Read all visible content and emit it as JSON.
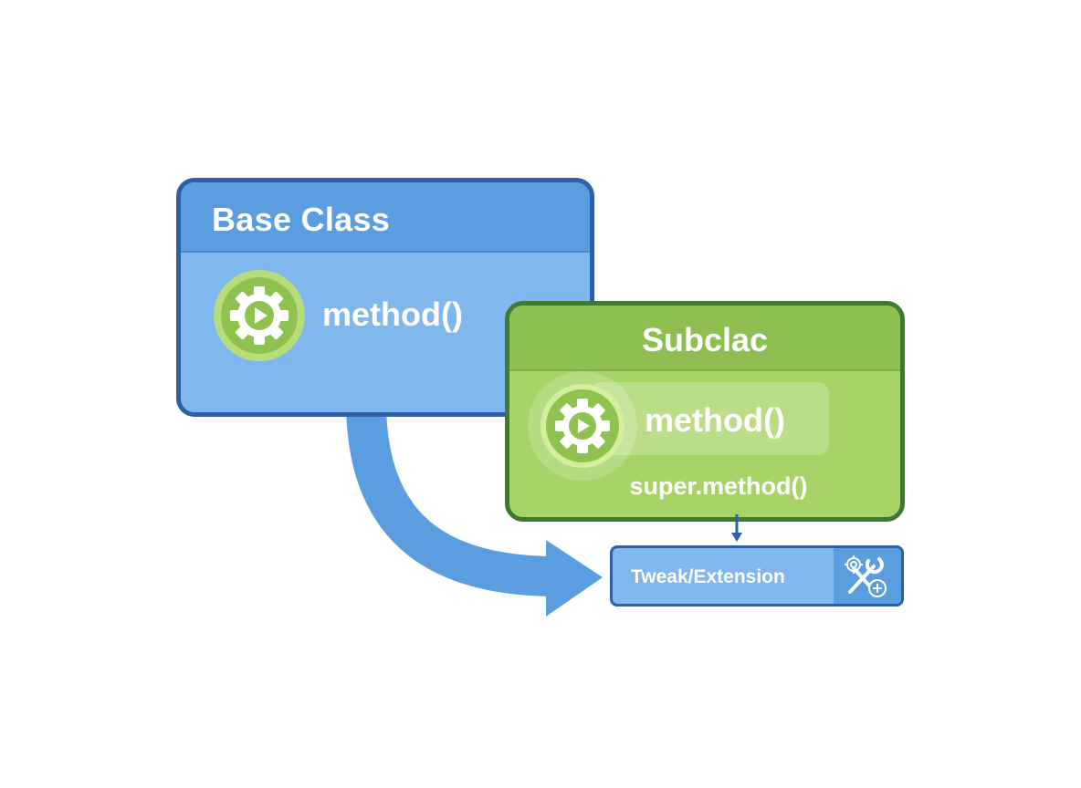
{
  "base_class": {
    "title": "Base Class",
    "method": "method()"
  },
  "subclass": {
    "title": "Subclac",
    "method": "method()",
    "super_call": "super.method()"
  },
  "tweak": {
    "label": "Tweak/Extension"
  },
  "icons": {
    "base_method": "gear-play-icon",
    "sub_method": "gear-play-icon",
    "tweak": "wrench-gear-plus-icon"
  },
  "colors": {
    "base_fill": "#7fb7ee",
    "base_border": "#2f5fa6",
    "sub_fill": "#a8d467",
    "sub_border": "#3f7a34",
    "arrow": "#5b9ee0"
  }
}
